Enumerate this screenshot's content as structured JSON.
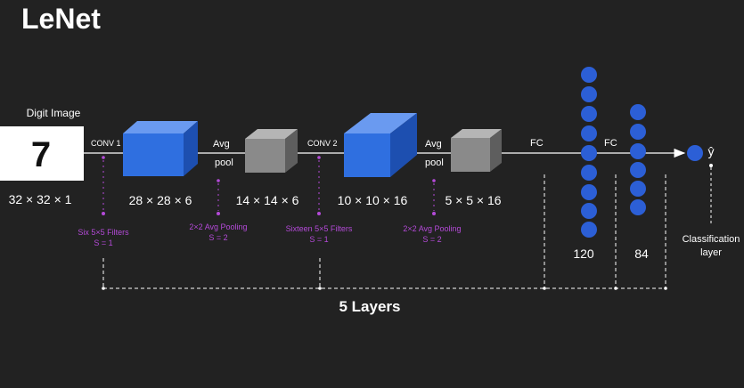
{
  "title": "LeNet",
  "input": {
    "caption": "Digit Image",
    "digit": "7",
    "dims": "32 × 32 × 1"
  },
  "stages": [
    {
      "label": "CONV 1",
      "dims": "28 × 28 × 6",
      "note_line1": "Six 5×5 Filters",
      "note_line2": "S = 1"
    },
    {
      "label_line1": "Avg",
      "label_line2": "pool",
      "dims": "14 × 14 × 6",
      "note_line1": "2×2 Avg Pooling",
      "note_line2": "S = 2"
    },
    {
      "label": "CONV 2",
      "dims": "10 × 10 × 16",
      "note_line1": "Sixteen 5×5 Filters",
      "note_line2": "S = 1"
    },
    {
      "label_line1": "Avg",
      "label_line2": "pool",
      "dims": "5 × 5 × 16",
      "note_line1": "2×2 Avg Pooling",
      "note_line2": "S = 2"
    }
  ],
  "fc1": {
    "label": "FC",
    "units": "120"
  },
  "fc2": {
    "label": "FC",
    "units": "84"
  },
  "output": {
    "symbol": "ŷ",
    "note_line1": "Classification",
    "note_line2": "layer"
  },
  "bracket_label": "5 Layers",
  "colors": {
    "background": "#222222",
    "conv_blue": "#2f6fe0",
    "pool_gray": "#8a8a8a",
    "neuron_blue": "#2c5fd6",
    "note_purple": "#b44ad8"
  }
}
